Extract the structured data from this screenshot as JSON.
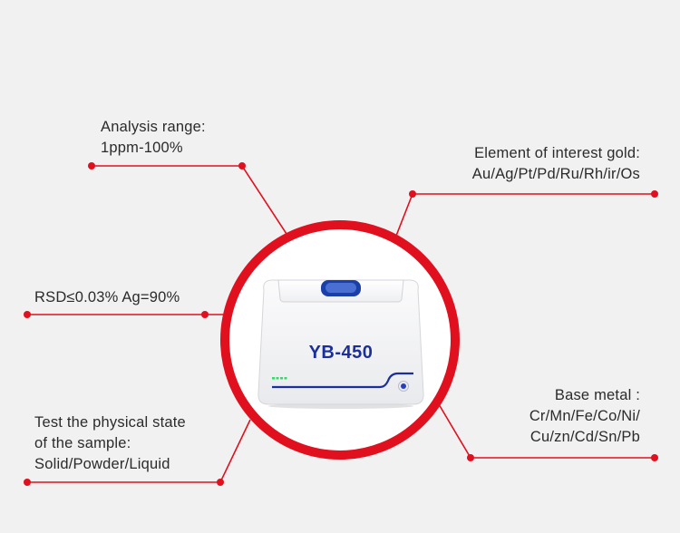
{
  "callouts": {
    "analysis_range": {
      "line1": "Analysis range:",
      "line2": "1ppm-100%"
    },
    "element_of_interest": {
      "line1": "Element of interest gold:",
      "line2": "Au/Ag/Pt/Pd/Ru/Rh/ir/Os"
    },
    "rsd": {
      "line1": "RSD≤0.03% Ag=90%"
    },
    "physical_state": {
      "line1": "Test the physical state",
      "line2": "of the sample:",
      "line3": "Solid/Powder/Liquid"
    },
    "base_metal": {
      "line1": "Base metal :",
      "line2": "Cr/Mn/Fe/Co/Ni/",
      "line3": "Cu/zn/Cd/Sn/Pb"
    }
  },
  "device": {
    "model": "YB-450"
  },
  "colors": {
    "background": "#f1f1f1",
    "accent_red": "#e0101e",
    "device_body": "#f7f7f8",
    "model_blue": "#1a2f9c",
    "led_green": "#37d96a"
  }
}
